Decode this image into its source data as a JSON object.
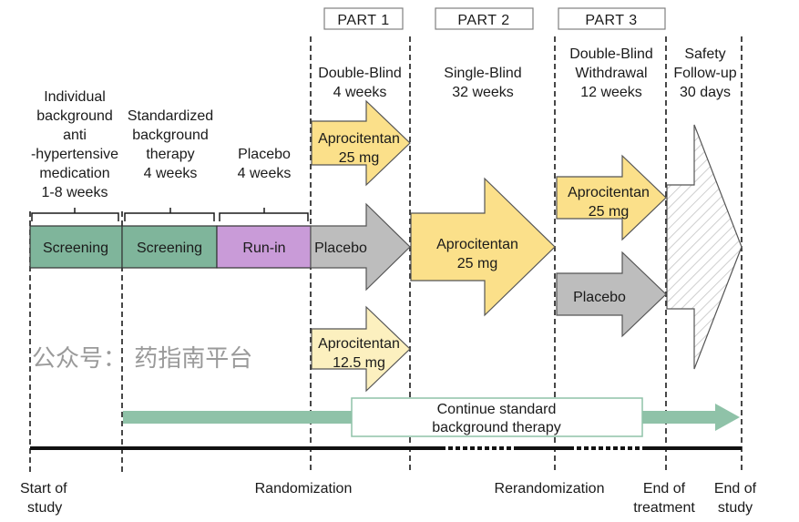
{
  "parts": [
    "PART 1",
    "PART 2",
    "PART 3"
  ],
  "phase_headers": {
    "individual_background": [
      "Individual",
      "background",
      "anti",
      "-hypertensive",
      "medication",
      "1-8 weeks"
    ],
    "standardized_background": [
      "Standardized",
      "background",
      "therapy",
      "4 weeks"
    ],
    "placebo_runin": [
      "Placebo",
      "4 weeks"
    ],
    "double_blind": [
      "Double-Blind",
      "4 weeks"
    ],
    "single_blind": [
      "Single-Blind",
      "32 weeks"
    ],
    "withdrawal": [
      "Double-Blind",
      "Withdrawal",
      "12 weeks"
    ],
    "safety_followup": [
      "Safety",
      "Follow-up",
      "30 days"
    ]
  },
  "boxes": {
    "screening_1": "Screening",
    "screening_2": "Screening",
    "run_in": "Run-in"
  },
  "arrows": {
    "p1_apro25": [
      "Aprocitentan",
      "25 mg"
    ],
    "p1_placebo": "Placebo",
    "p1_apro12": [
      "Aprocitentan",
      "12.5 mg"
    ],
    "p2_apro25": [
      "Aprocitentan",
      "25 mg"
    ],
    "p3_apro25": [
      "Aprocitentan",
      "25 mg"
    ],
    "p3_placebo": "Placebo"
  },
  "continue_therapy": [
    "Continue standard",
    "background therapy"
  ],
  "timeline_labels": {
    "start": [
      "Start of",
      "study"
    ],
    "randomization": "Randomization",
    "rerandomization": "Rerandomization",
    "end_treatment": [
      "End of",
      "treatment"
    ],
    "end_study": [
      "End of",
      "study"
    ]
  },
  "watermark": "公众号：  药指南平台",
  "colors": {
    "screening": "#7fb59b",
    "run_in": "#c99bd8",
    "drug": "#fbe08a",
    "drug_light": "#fcf0bf",
    "placebo": "#bdbdbd",
    "continue": "#8fc2a8"
  }
}
